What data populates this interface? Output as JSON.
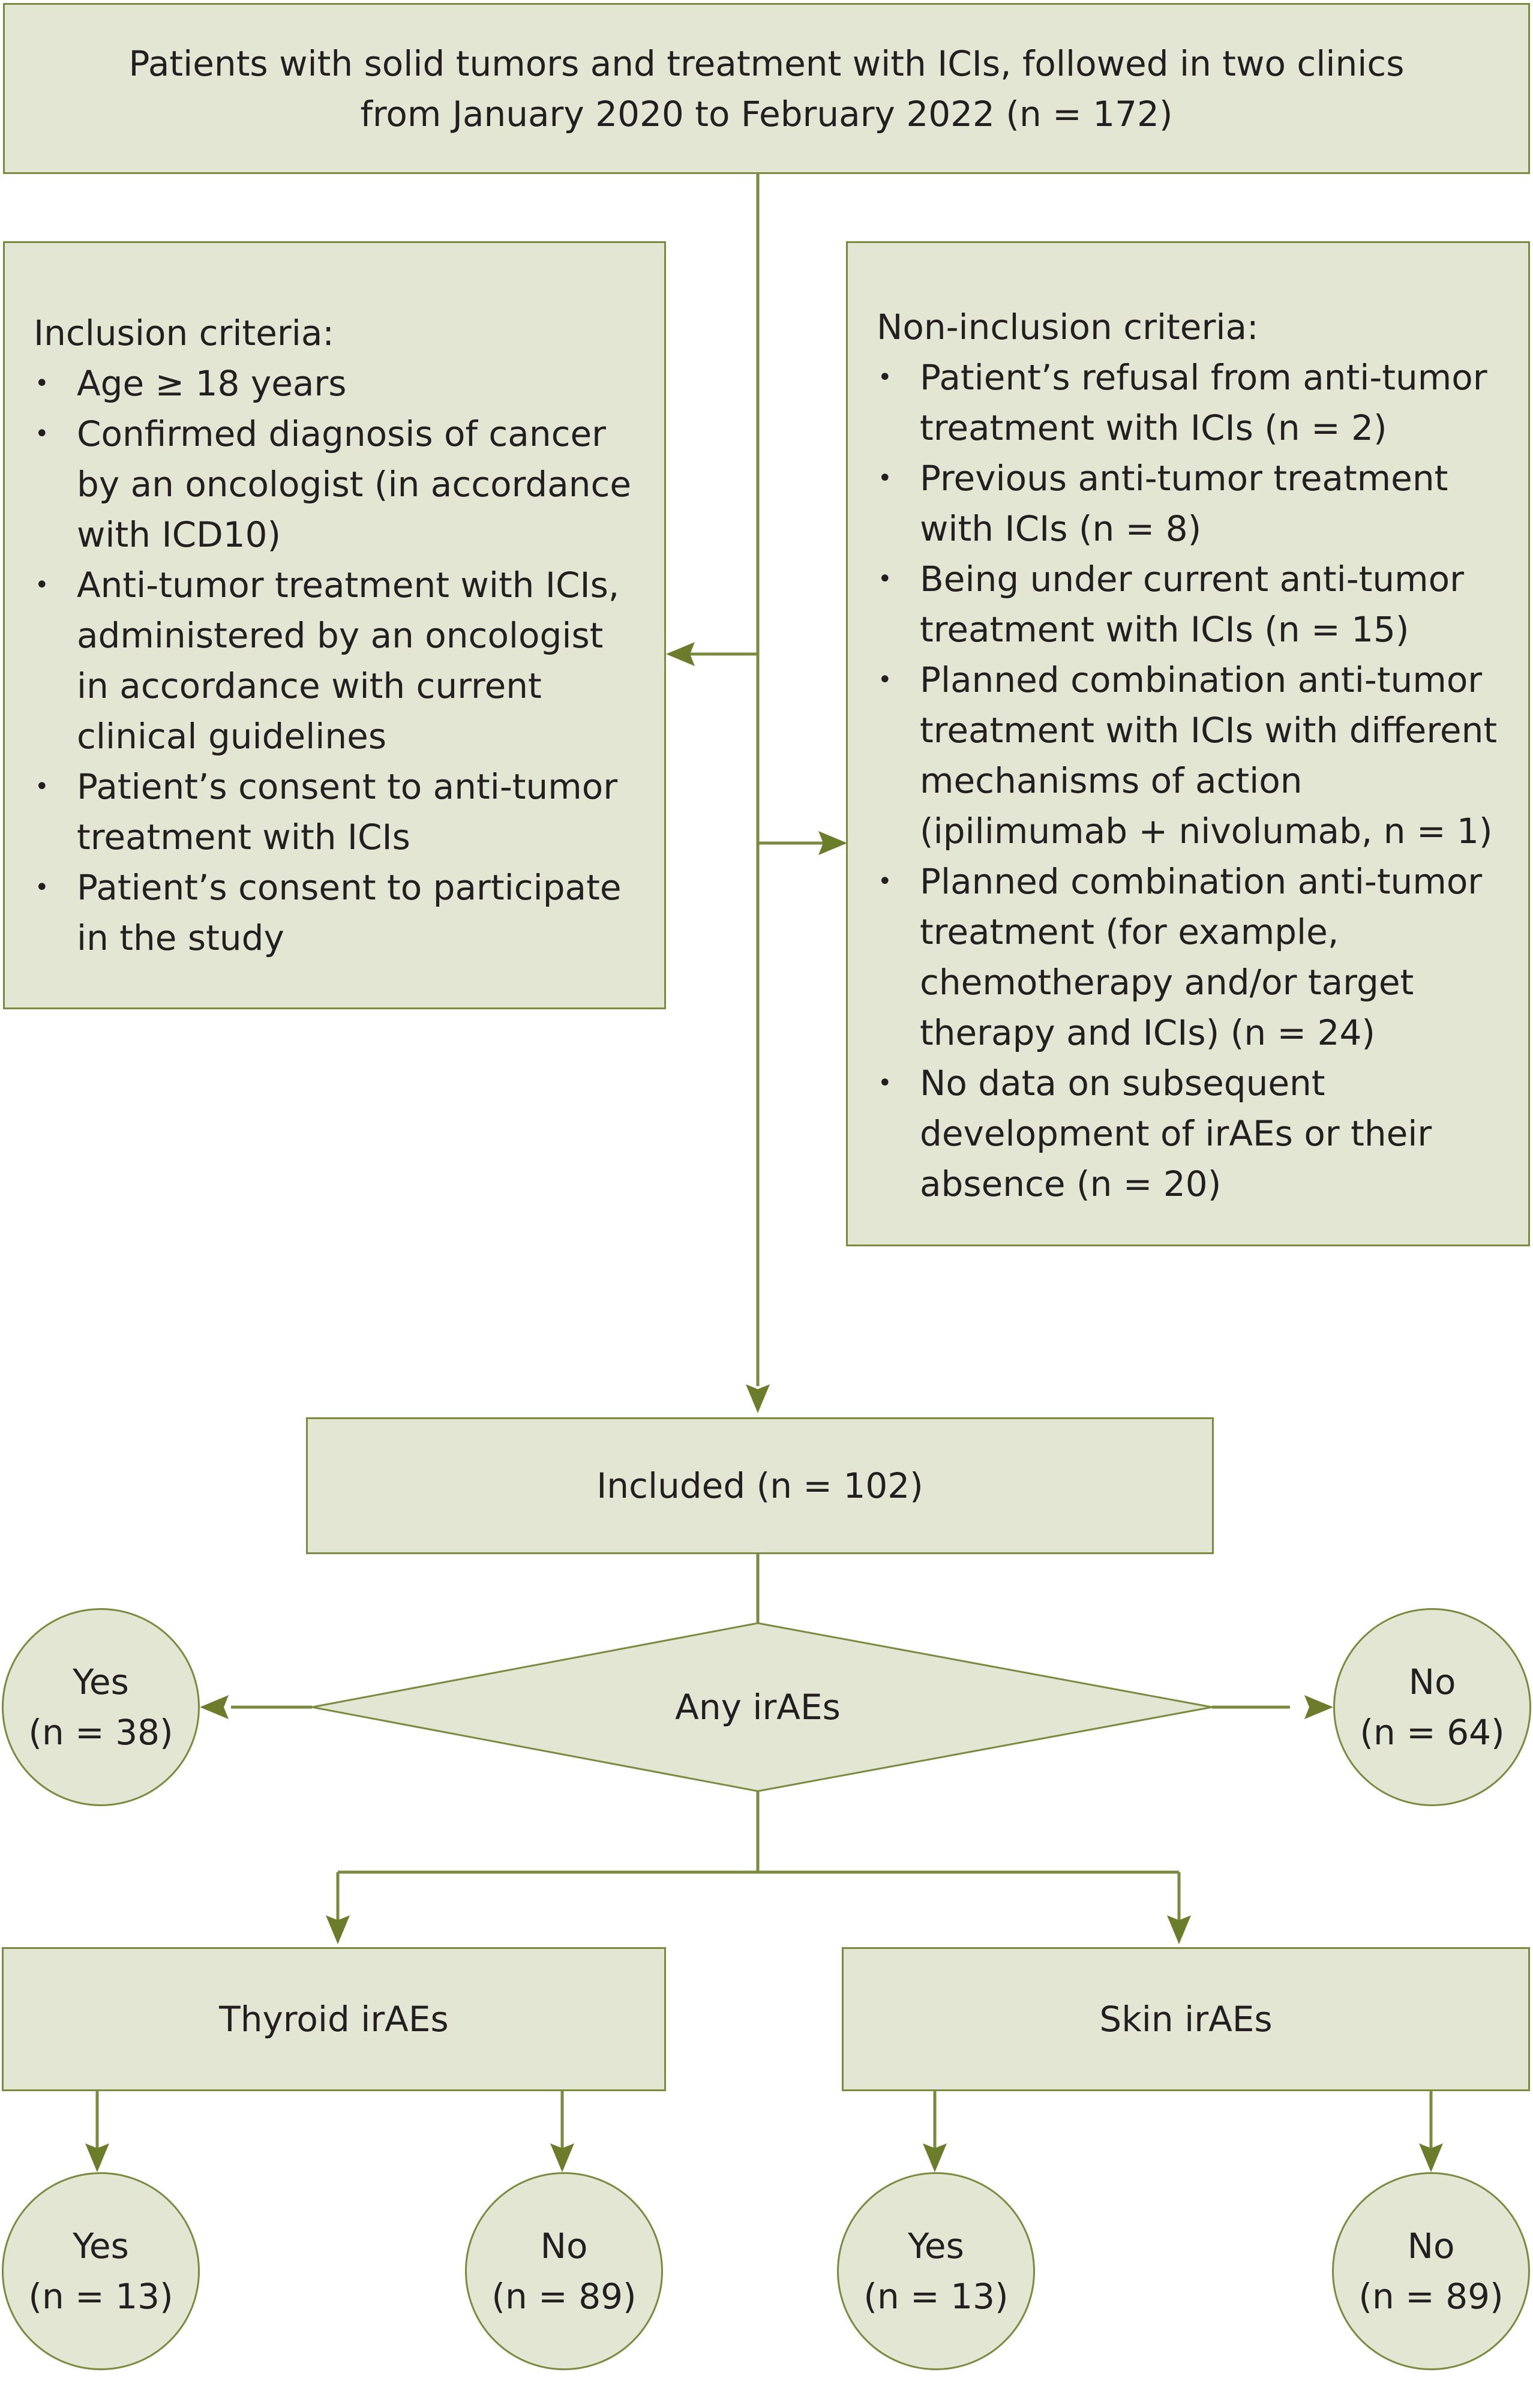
{
  "colors": {
    "fill": "#e3e6d3",
    "stroke": "#7a8a3e",
    "text": "#231f20"
  },
  "top_box": {
    "line1": "Patients with solid tumors and treatment with ICIs, followed in two clinics",
    "line2": "from January 2020 to February 2022 (n = 172)"
  },
  "inclusion": {
    "title": "Inclusion criteria:",
    "items": [
      "Age ≥ 18 years",
      "Confirmed diagnosis of cancer by an oncologist (in accordance with ICD10)",
      "Anti-tumor treatment with ICIs, administered by an oncologist in accordance with current clinical guidelines",
      "Patient’s consent to anti-tumor treatment with ICIs",
      "Patient’s consent to participate in the study"
    ]
  },
  "non_inclusion": {
    "title": "Non-inclusion criteria:",
    "items": [
      "Patient’s refusal from anti-tumor treatment with ICIs (n = 2)",
      "Previous anti-tumor treatment with ICIs (n = 8)",
      "Being under current anti-tumor treatment with ICIs (n = 15)",
      "Planned combination anti-tumor treatment with ICIs with different mechanisms of action (ipilimumab + nivolumab, n = 1)",
      "Planned combination anti-tumor treatment (for example, chemotherapy and/or target therapy and ICIs) (n = 24)",
      "No data on subsequent development of irAEs or their absence (n = 20)"
    ]
  },
  "included": {
    "label": "Included (n = 102)"
  },
  "any_irae": {
    "label": "Any irAEs",
    "yes": {
      "label": "Yes",
      "count": "(n = 38)"
    },
    "no": {
      "label": "No",
      "count": "(n = 64)"
    }
  },
  "thyroid": {
    "label": "Thyroid irAEs",
    "yes": {
      "label": "Yes",
      "count": "(n = 13)"
    },
    "no": {
      "label": "No",
      "count": "(n = 89)"
    }
  },
  "skin": {
    "label": "Skin irAEs",
    "yes": {
      "label": "Yes",
      "count": "(n = 13)"
    },
    "no": {
      "label": "No",
      "count": "(n = 89)"
    }
  }
}
